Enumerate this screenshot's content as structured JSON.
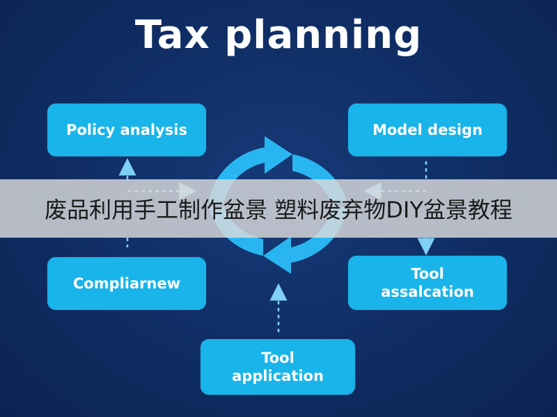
{
  "title": "Tax planning",
  "boxes": {
    "policy_analysis": "Policy analysis",
    "model_design": "Model design",
    "compliance": "Compliarnew",
    "tool_allocation": [
      "Tool",
      "assalcation"
    ],
    "tool_application": [
      "Tool",
      "application"
    ]
  },
  "banner": "废品利用手工制作盆景 塑料废弃物DIY盆景教程",
  "colors": {
    "background": "#0f2d63",
    "box": "#19b4ea",
    "cycle_arrow": "#29b6f0",
    "connector": "#7fd0f5",
    "text": "#ffffff"
  }
}
